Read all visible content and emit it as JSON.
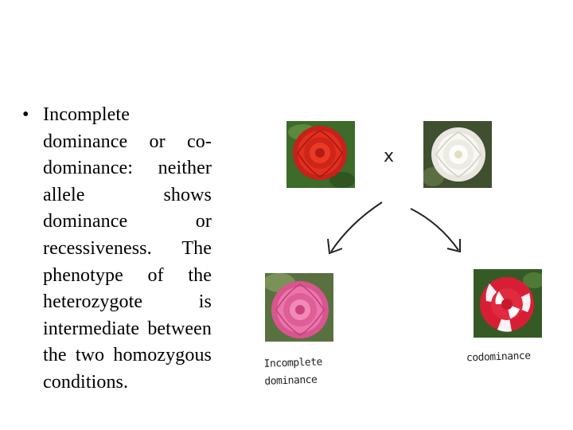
{
  "bullet": {
    "marker": "•",
    "text": "Incomplete dominance or co-dominance: neither allele shows dominance or recessiveness. The phenotype of the heterozygote is intermediate between the two homozygous conditions."
  },
  "diagram": {
    "cross_symbol": "x",
    "incomplete_label": "Incomplete dominance",
    "codominance_label": "codominance",
    "colors": {
      "red_flower": "#d8281c",
      "white_flower": "#f7f5f0",
      "pink_flower": "#e56aa3",
      "codom_red": "#d81e35",
      "codom_white": "#fbf2f3",
      "leaf": "#3c6b2a",
      "arrow": "#222222"
    }
  }
}
